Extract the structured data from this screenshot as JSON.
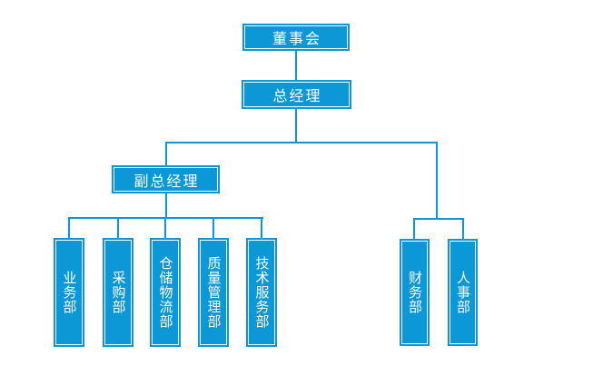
{
  "meta": {
    "background_color": "#ffffff",
    "node_fill_color": "#0c98d6",
    "node_inner_border_color": "#ffffff",
    "connector_color": "#0c98d6",
    "text_color": "#ffffff"
  },
  "chart_data": {
    "type": "org-chart",
    "nodes": {
      "board": {
        "label": "董事会",
        "orientation": "horizontal"
      },
      "gm": {
        "label": "总经理",
        "orientation": "horizontal"
      },
      "dgm": {
        "label": "副总经理",
        "orientation": "horizontal"
      },
      "dept_business": {
        "label": "业务部",
        "orientation": "vertical"
      },
      "dept_purchasing": {
        "label": "采购部",
        "orientation": "vertical"
      },
      "dept_warehouse_logistics": {
        "label": "仓储物流部",
        "orientation": "vertical"
      },
      "dept_quality_mgmt": {
        "label": "质量管理部",
        "orientation": "vertical"
      },
      "dept_tech_service": {
        "label": "技术服务部",
        "orientation": "vertical"
      },
      "dept_finance": {
        "label": "财务部",
        "orientation": "vertical"
      },
      "dept_hr": {
        "label": "人事部",
        "orientation": "vertical"
      }
    },
    "edges": [
      {
        "from": "董事会",
        "to": "总经理"
      },
      {
        "from": "总经理",
        "to": "副总经理"
      },
      {
        "from": "总经理",
        "to": "财务部"
      },
      {
        "from": "总经理",
        "to": "人事部"
      },
      {
        "from": "副总经理",
        "to": "业务部"
      },
      {
        "from": "副总经理",
        "to": "采购部"
      },
      {
        "from": "副总经理",
        "to": "仓储物流部"
      },
      {
        "from": "副总经理",
        "to": "质量管理部"
      },
      {
        "from": "副总经理",
        "to": "技术服务部"
      }
    ]
  }
}
